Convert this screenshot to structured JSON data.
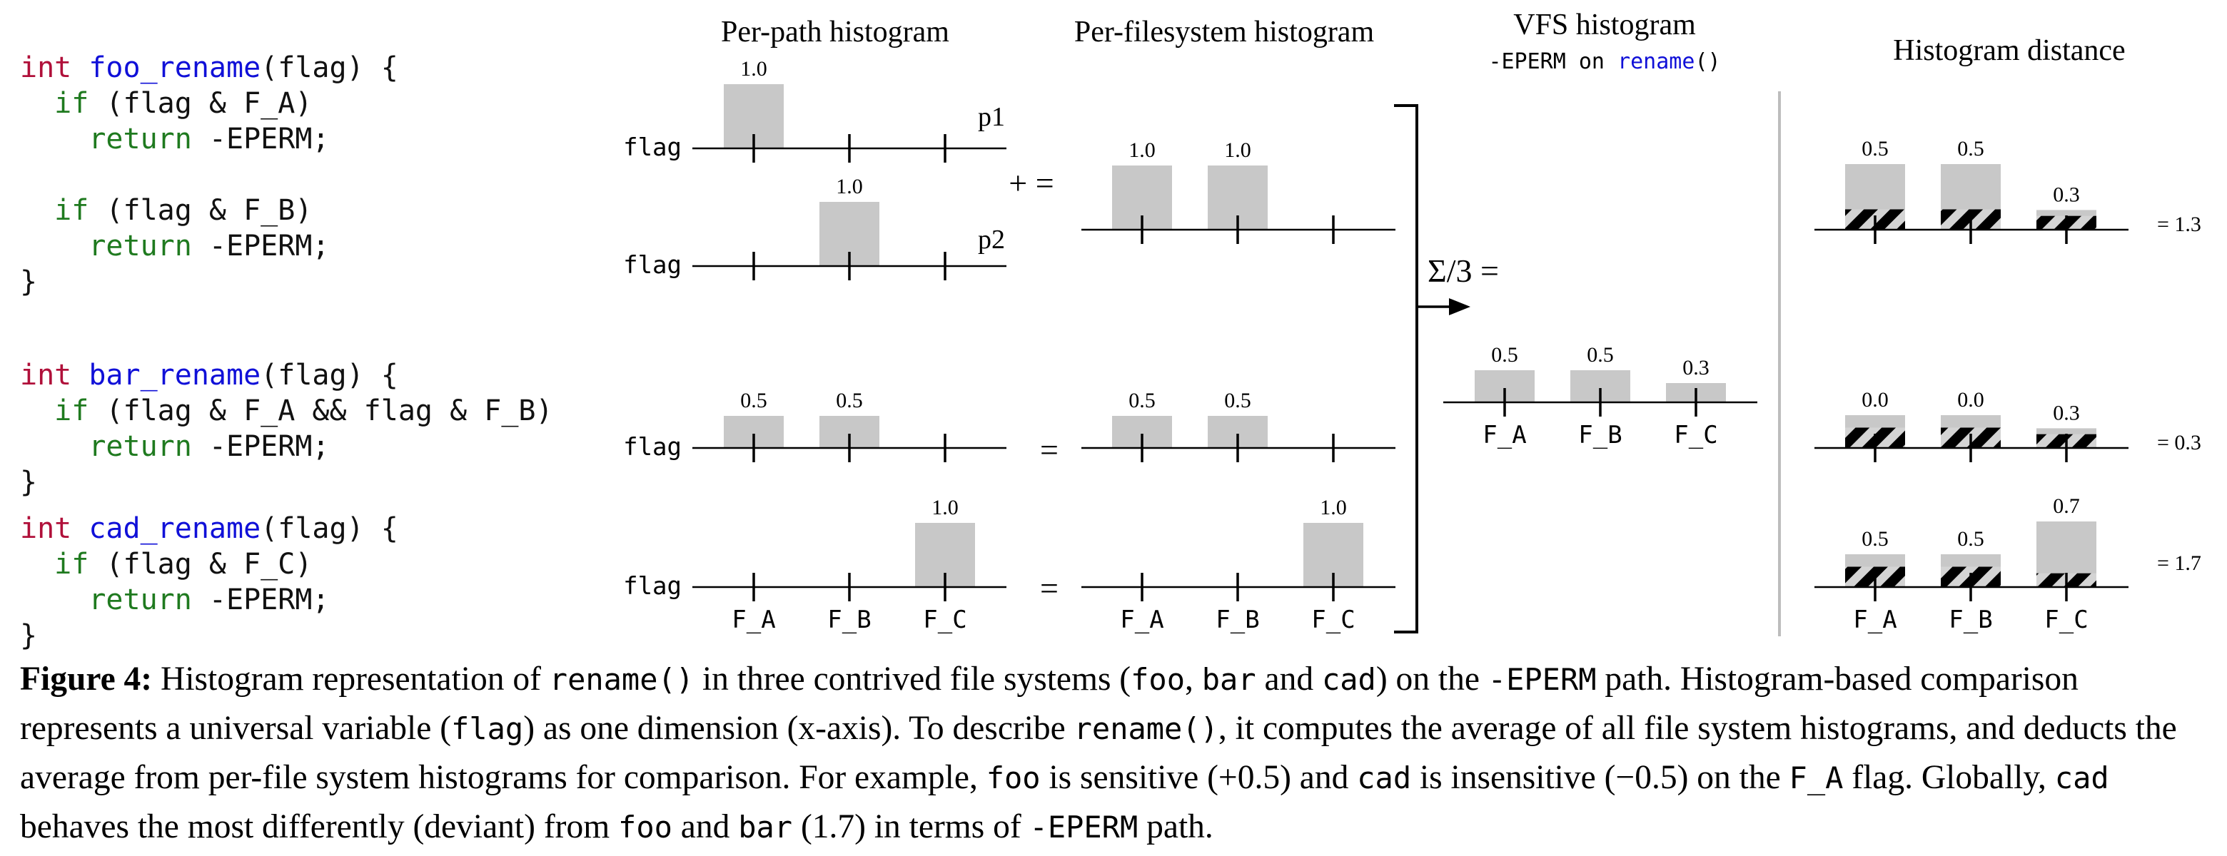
{
  "code": {
    "foo": [
      [
        [
          "int",
          "type"
        ],
        [
          " ",
          "plain"
        ],
        [
          "foo_rename",
          "fn"
        ],
        [
          "(flag) {",
          "plain"
        ]
      ],
      [
        [
          "  ",
          "plain"
        ],
        [
          "if",
          "ctrl"
        ],
        [
          " (flag & F_A)",
          "plain"
        ]
      ],
      [
        [
          "    ",
          "plain"
        ],
        [
          "return",
          "ctrl"
        ],
        [
          " -EPERM;",
          "plain"
        ]
      ],
      [
        [
          "",
          "plain"
        ]
      ],
      [
        [
          "  ",
          "plain"
        ],
        [
          "if",
          "ctrl"
        ],
        [
          " (flag & F_B)",
          "plain"
        ]
      ],
      [
        [
          "    ",
          "plain"
        ],
        [
          "return",
          "ctrl"
        ],
        [
          " -EPERM;",
          "plain"
        ]
      ],
      [
        [
          "}",
          "plain"
        ]
      ]
    ],
    "bar": [
      [
        [
          "int",
          "type"
        ],
        [
          " ",
          "plain"
        ],
        [
          "bar_rename",
          "fn"
        ],
        [
          "(flag) {",
          "plain"
        ]
      ],
      [
        [
          "  ",
          "plain"
        ],
        [
          "if",
          "ctrl"
        ],
        [
          " (flag & F_A && flag & F_B)",
          "plain"
        ]
      ],
      [
        [
          "    ",
          "plain"
        ],
        [
          "return",
          "ctrl"
        ],
        [
          " -EPERM;",
          "plain"
        ]
      ],
      [
        [
          "}",
          "plain"
        ]
      ]
    ],
    "cad": [
      [
        [
          "int",
          "type"
        ],
        [
          " ",
          "plain"
        ],
        [
          "cad_rename",
          "fn"
        ],
        [
          "(flag) {",
          "plain"
        ]
      ],
      [
        [
          "  ",
          "plain"
        ],
        [
          "if",
          "ctrl"
        ],
        [
          " (flag & F_C)",
          "plain"
        ]
      ],
      [
        [
          "    ",
          "plain"
        ],
        [
          "return",
          "ctrl"
        ],
        [
          " -EPERM;",
          "plain"
        ]
      ],
      [
        [
          "}",
          "plain"
        ]
      ]
    ]
  },
  "headers": {
    "per_path": "Per-path histogram",
    "per_fs": "Per-filesystem histogram",
    "vfs": "VFS histogram",
    "vfs_sub_prefix": "-EPERM on ",
    "vfs_sub_fn": "rename",
    "vfs_sub_suffix": "()",
    "distance": "Histogram distance"
  },
  "axis_label": "flag",
  "operators": {
    "plus_eq": "+ =",
    "eq": "=",
    "sum": "Σ/3 ="
  },
  "path_labels": [
    "p1",
    "p2"
  ],
  "categories": [
    "F_A",
    "F_B",
    "F_C"
  ],
  "chart_data": [
    {
      "type": "bar",
      "name": "foo path p1",
      "categories": [
        "F_A",
        "F_B",
        "F_C"
      ],
      "values": [
        1.0,
        null,
        null
      ],
      "labels": [
        "1.0",
        "",
        ""
      ]
    },
    {
      "type": "bar",
      "name": "foo path p2",
      "categories": [
        "F_A",
        "F_B",
        "F_C"
      ],
      "values": [
        null,
        1.0,
        null
      ],
      "labels": [
        "",
        "1.0",
        ""
      ]
    },
    {
      "type": "bar",
      "name": "foo filesystem",
      "categories": [
        "F_A",
        "F_B",
        "F_C"
      ],
      "values": [
        1.0,
        1.0,
        null
      ],
      "labels": [
        "1.0",
        "1.0",
        ""
      ]
    },
    {
      "type": "bar",
      "name": "bar path",
      "categories": [
        "F_A",
        "F_B",
        "F_C"
      ],
      "values": [
        0.5,
        0.5,
        null
      ],
      "labels": [
        "0.5",
        "0.5",
        ""
      ]
    },
    {
      "type": "bar",
      "name": "bar filesystem",
      "categories": [
        "F_A",
        "F_B",
        "F_C"
      ],
      "values": [
        0.5,
        0.5,
        null
      ],
      "labels": [
        "0.5",
        "0.5",
        ""
      ]
    },
    {
      "type": "bar",
      "name": "cad path",
      "categories": [
        "F_A",
        "F_B",
        "F_C"
      ],
      "values": [
        null,
        null,
        1.0
      ],
      "labels": [
        "",
        "",
        "1.0"
      ]
    },
    {
      "type": "bar",
      "name": "cad filesystem",
      "categories": [
        "F_A",
        "F_B",
        "F_C"
      ],
      "values": [
        null,
        null,
        1.0
      ],
      "labels": [
        "",
        "",
        "1.0"
      ]
    },
    {
      "type": "bar",
      "name": "VFS histogram",
      "categories": [
        "F_A",
        "F_B",
        "F_C"
      ],
      "values": [
        0.5,
        0.5,
        0.3
      ],
      "labels": [
        "0.5",
        "0.5",
        "0.3"
      ]
    },
    {
      "type": "bar",
      "name": "foo distance",
      "categories": [
        "F_A",
        "F_B",
        "F_C"
      ],
      "values": [
        0.5,
        0.5,
        0.3
      ],
      "labels": [
        "0.5",
        "0.5",
        "0.3"
      ],
      "total": "= 1.3"
    },
    {
      "type": "bar",
      "name": "bar distance",
      "categories": [
        "F_A",
        "F_B",
        "F_C"
      ],
      "values": [
        0.0,
        0.0,
        0.3
      ],
      "labels": [
        "0.0",
        "0.0",
        "0.3"
      ],
      "total": "= 0.3"
    },
    {
      "type": "bar",
      "name": "cad distance",
      "categories": [
        "F_A",
        "F_B",
        "F_C"
      ],
      "values": [
        0.5,
        0.5,
        0.7
      ],
      "labels": [
        "0.5",
        "0.5",
        "0.7"
      ],
      "total": "= 1.7"
    }
  ],
  "caption": [
    {
      "t": "Figure 4:",
      "s": "b"
    },
    {
      "t": " Histogram representation of ",
      "s": ""
    },
    {
      "t": "rename()",
      "s": "m"
    },
    {
      "t": " in three contrived file systems (",
      "s": ""
    },
    {
      "t": "foo",
      "s": "m"
    },
    {
      "t": ", ",
      "s": ""
    },
    {
      "t": "bar",
      "s": "m"
    },
    {
      "t": " and ",
      "s": ""
    },
    {
      "t": "cad",
      "s": "m"
    },
    {
      "t": ") on the ",
      "s": ""
    },
    {
      "t": "-EPERM",
      "s": "m"
    },
    {
      "t": " path. Histogram-based comparison represents a universal variable (",
      "s": ""
    },
    {
      "t": "flag",
      "s": "m"
    },
    {
      "t": ") as one dimension (x-axis). To describe ",
      "s": ""
    },
    {
      "t": "rename()",
      "s": "m"
    },
    {
      "t": ", it computes the average of all file system histograms, and deducts the average from per-file system histograms for comparison. For example, ",
      "s": ""
    },
    {
      "t": "foo",
      "s": "m"
    },
    {
      "t": " is sensitive (+0.5) and ",
      "s": ""
    },
    {
      "t": "cad",
      "s": "m"
    },
    {
      "t": " is insensitive (−0.5) on the ",
      "s": ""
    },
    {
      "t": "F_A",
      "s": "m"
    },
    {
      "t": " flag. Globally, ",
      "s": ""
    },
    {
      "t": "cad",
      "s": "m"
    },
    {
      "t": " behaves the most differently (deviant) from ",
      "s": ""
    },
    {
      "t": "foo",
      "s": "m"
    },
    {
      "t": " and ",
      "s": ""
    },
    {
      "t": "bar",
      "s": "m"
    },
    {
      "t": " (1.7) in terms of ",
      "s": ""
    },
    {
      "t": "-EPERM",
      "s": "m"
    },
    {
      "t": " path.",
      "s": ""
    }
  ]
}
